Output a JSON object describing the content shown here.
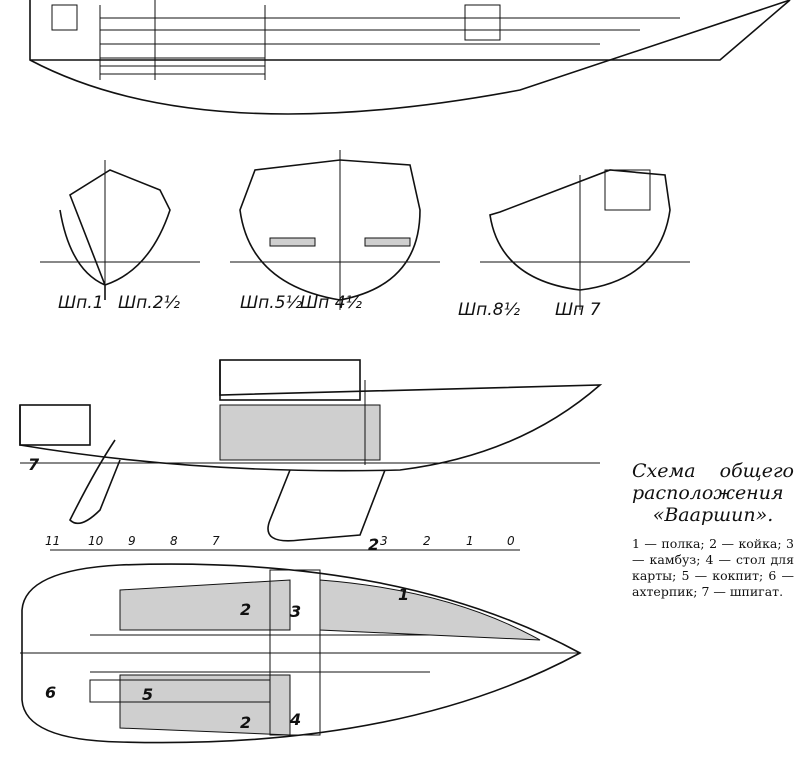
{
  "sections": {
    "labels": [
      "Шп.1",
      "Шп.2½",
      "Шп.5½",
      "Шп 4½",
      "Шп.8½",
      "Шп 7"
    ]
  },
  "scale": {
    "ticks": [
      "11",
      "10",
      "9",
      "8",
      "7",
      "3",
      "2",
      "1",
      "0"
    ]
  },
  "callouts": {
    "profile": [
      "7"
    ],
    "plan": [
      "1",
      "2",
      "2",
      "3",
      "4",
      "5",
      "6",
      "2"
    ]
  },
  "caption": {
    "title": "Схема общего расположения «Вааршип».",
    "legend": "1 — полка; 2 — койка; 3 — камбуз; 4 — стол для карты; 5 — кокпит; 6 — ахтерпик; 7 — шпигат."
  }
}
